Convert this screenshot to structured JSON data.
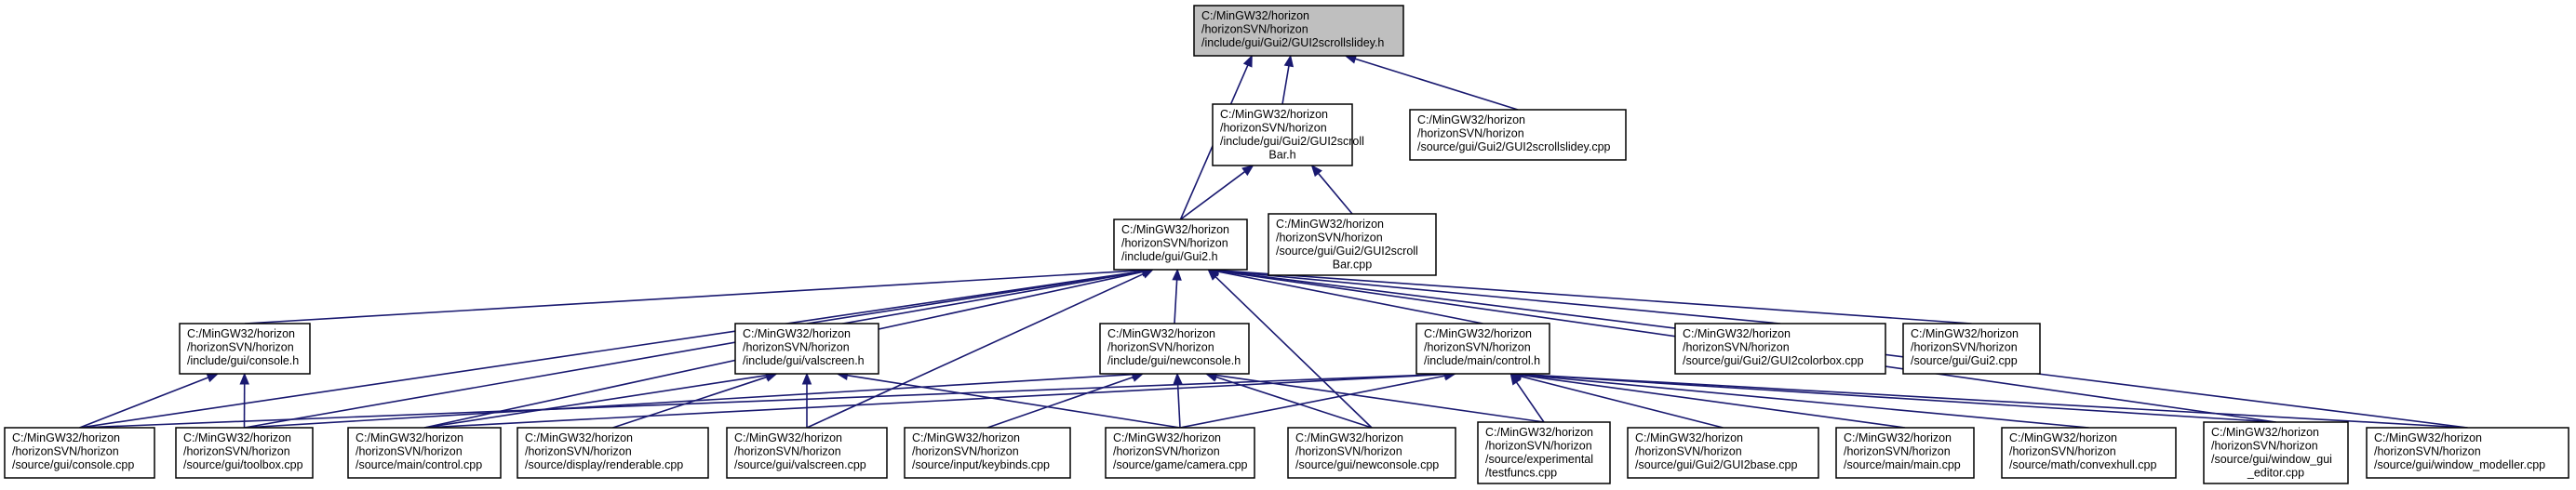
{
  "graph": {
    "nodes": [
      {
        "id": "root",
        "lines": [
          "C:/MinGW32/horizon",
          "/horizonSVN/horizon",
          "/include/gui/Gui2/GUI2scrollslidey.h"
        ],
        "highlight": true
      },
      {
        "id": "scrollbar_h",
        "lines": [
          "C:/MinGW32/horizon",
          "/horizonSVN/horizon",
          "/include/gui/Gui2/GUI2scroll",
          "Bar.h"
        ]
      },
      {
        "id": "scrollslidey_cpp",
        "lines": [
          "C:/MinGW32/horizon",
          "/horizonSVN/horizon",
          "/source/gui/Gui2/GUI2scrollslidey.cpp"
        ]
      },
      {
        "id": "gui2_h",
        "lines": [
          "C:/MinGW32/horizon",
          "/horizonSVN/horizon",
          "/include/gui/Gui2.h"
        ]
      },
      {
        "id": "scrollbar_cpp",
        "lines": [
          "C:/MinGW32/horizon",
          "/horizonSVN/horizon",
          "/source/gui/Gui2/GUI2scroll",
          "Bar.cpp"
        ]
      },
      {
        "id": "console_h",
        "lines": [
          "C:/MinGW32/horizon",
          "/horizonSVN/horizon",
          "/include/gui/console.h"
        ]
      },
      {
        "id": "valscreen_h",
        "lines": [
          "C:/MinGW32/horizon",
          "/horizonSVN/horizon",
          "/include/gui/valscreen.h"
        ]
      },
      {
        "id": "newconsole_h",
        "lines": [
          "C:/MinGW32/horizon",
          "/horizonSVN/horizon",
          "/include/gui/newconsole.h"
        ]
      },
      {
        "id": "control_h",
        "lines": [
          "C:/MinGW32/horizon",
          "/horizonSVN/horizon",
          "/include/main/control.h"
        ]
      },
      {
        "id": "colorbox_cpp",
        "lines": [
          "C:/MinGW32/horizon",
          "/horizonSVN/horizon",
          "/source/gui/Gui2/GUI2colorbox.cpp"
        ]
      },
      {
        "id": "gui2_cpp",
        "lines": [
          "C:/MinGW32/horizon",
          "/horizonSVN/horizon",
          "/source/gui/Gui2.cpp"
        ]
      },
      {
        "id": "console_cpp",
        "lines": [
          "C:/MinGW32/horizon",
          "/horizonSVN/horizon",
          "/source/gui/console.cpp"
        ]
      },
      {
        "id": "toolbox_cpp",
        "lines": [
          "C:/MinGW32/horizon",
          "/horizonSVN/horizon",
          "/source/gui/toolbox.cpp"
        ]
      },
      {
        "id": "control_cpp",
        "lines": [
          "C:/MinGW32/horizon",
          "/horizonSVN/horizon",
          "/source/main/control.cpp"
        ]
      },
      {
        "id": "renderable_cpp",
        "lines": [
          "C:/MinGW32/horizon",
          "/horizonSVN/horizon",
          "/source/display/renderable.cpp"
        ]
      },
      {
        "id": "valscreen_cpp",
        "lines": [
          "C:/MinGW32/horizon",
          "/horizonSVN/horizon",
          "/source/gui/valscreen.cpp"
        ]
      },
      {
        "id": "keybinds_cpp",
        "lines": [
          "C:/MinGW32/horizon",
          "/horizonSVN/horizon",
          "/source/input/keybinds.cpp"
        ]
      },
      {
        "id": "camera_cpp",
        "lines": [
          "C:/MinGW32/horizon",
          "/horizonSVN/horizon",
          "/source/game/camera.cpp"
        ]
      },
      {
        "id": "newconsole_cpp",
        "lines": [
          "C:/MinGW32/horizon",
          "/horizonSVN/horizon",
          "/source/gui/newconsole.cpp"
        ]
      },
      {
        "id": "testfuncs_cpp",
        "lines": [
          "C:/MinGW32/horizon",
          "/horizonSVN/horizon",
          "/source/experimental",
          "/testfuncs.cpp"
        ]
      },
      {
        "id": "gui2base_cpp",
        "lines": [
          "C:/MinGW32/horizon",
          "/horizonSVN/horizon",
          "/source/gui/Gui2/GUI2base.cpp"
        ]
      },
      {
        "id": "main_cpp",
        "lines": [
          "C:/MinGW32/horizon",
          "/horizonSVN/horizon",
          "/source/main/main.cpp"
        ]
      },
      {
        "id": "convexhull_cpp",
        "lines": [
          "C:/MinGW32/horizon",
          "/horizonSVN/horizon",
          "/source/math/convexhull.cpp"
        ]
      },
      {
        "id": "window_gui_editor_cpp",
        "lines": [
          "C:/MinGW32/horizon",
          "/horizonSVN/horizon",
          "/source/gui/window_gui",
          "_editor.cpp"
        ]
      },
      {
        "id": "window_modeller_cpp",
        "lines": [
          "C:/MinGW32/horizon",
          "/horizonSVN/horizon",
          "/source/gui/window_modeller.cpp"
        ]
      }
    ],
    "edges": [
      {
        "from": "scrollbar_h",
        "to": "root"
      },
      {
        "from": "scrollslidey_cpp",
        "to": "root"
      },
      {
        "from": "gui2_h",
        "to": "root"
      },
      {
        "from": "gui2_h",
        "to": "scrollbar_h"
      },
      {
        "from": "scrollbar_cpp",
        "to": "scrollbar_h"
      },
      {
        "from": "console_h",
        "to": "gui2_h"
      },
      {
        "from": "valscreen_h",
        "to": "gui2_h"
      },
      {
        "from": "newconsole_h",
        "to": "gui2_h"
      },
      {
        "from": "control_h",
        "to": "gui2_h"
      },
      {
        "from": "colorbox_cpp",
        "to": "gui2_h"
      },
      {
        "from": "gui2_cpp",
        "to": "gui2_h"
      },
      {
        "from": "console_cpp",
        "to": "gui2_h"
      },
      {
        "from": "toolbox_cpp",
        "to": "gui2_h"
      },
      {
        "from": "control_cpp",
        "to": "gui2_h"
      },
      {
        "from": "valscreen_cpp",
        "to": "gui2_h"
      },
      {
        "from": "newconsole_cpp",
        "to": "gui2_h"
      },
      {
        "from": "window_gui_editor_cpp",
        "to": "gui2_h"
      },
      {
        "from": "window_modeller_cpp",
        "to": "gui2_h"
      },
      {
        "from": "console_cpp",
        "to": "console_h"
      },
      {
        "from": "toolbox_cpp",
        "to": "console_h"
      },
      {
        "from": "control_cpp",
        "to": "valscreen_h"
      },
      {
        "from": "renderable_cpp",
        "to": "valscreen_h"
      },
      {
        "from": "valscreen_cpp",
        "to": "valscreen_h"
      },
      {
        "from": "camera_cpp",
        "to": "valscreen_h"
      },
      {
        "from": "toolbox_cpp",
        "to": "newconsole_h"
      },
      {
        "from": "keybinds_cpp",
        "to": "newconsole_h"
      },
      {
        "from": "camera_cpp",
        "to": "newconsole_h"
      },
      {
        "from": "newconsole_cpp",
        "to": "newconsole_h"
      },
      {
        "from": "testfuncs_cpp",
        "to": "newconsole_h"
      },
      {
        "from": "console_cpp",
        "to": "control_h"
      },
      {
        "from": "control_cpp",
        "to": "control_h"
      },
      {
        "from": "camera_cpp",
        "to": "control_h"
      },
      {
        "from": "testfuncs_cpp",
        "to": "control_h"
      },
      {
        "from": "gui2base_cpp",
        "to": "control_h"
      },
      {
        "from": "main_cpp",
        "to": "control_h"
      },
      {
        "from": "convexhull_cpp",
        "to": "control_h"
      },
      {
        "from": "window_gui_editor_cpp",
        "to": "control_h"
      },
      {
        "from": "window_modeller_cpp",
        "to": "control_h"
      }
    ]
  }
}
